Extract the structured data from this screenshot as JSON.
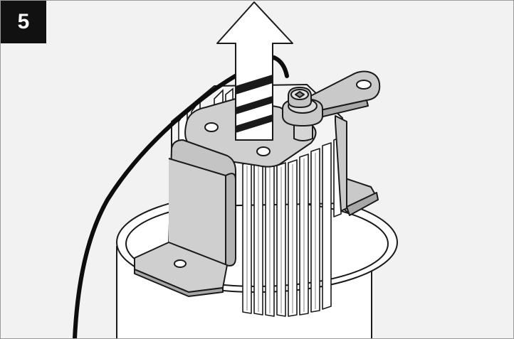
{
  "step": {
    "number": "5"
  },
  "figure": {
    "icons": [
      "arrow-up-icon",
      "screw-icon",
      "bracket",
      "heatsink",
      "cable",
      "housing"
    ],
    "colors": {
      "background": "#f2f2f2",
      "metal": "#c9c9c9",
      "metal_dark": "#a8a8a8",
      "badge": "#111111",
      "white": "#ffffff",
      "outline": "#1a1a1a"
    }
  }
}
